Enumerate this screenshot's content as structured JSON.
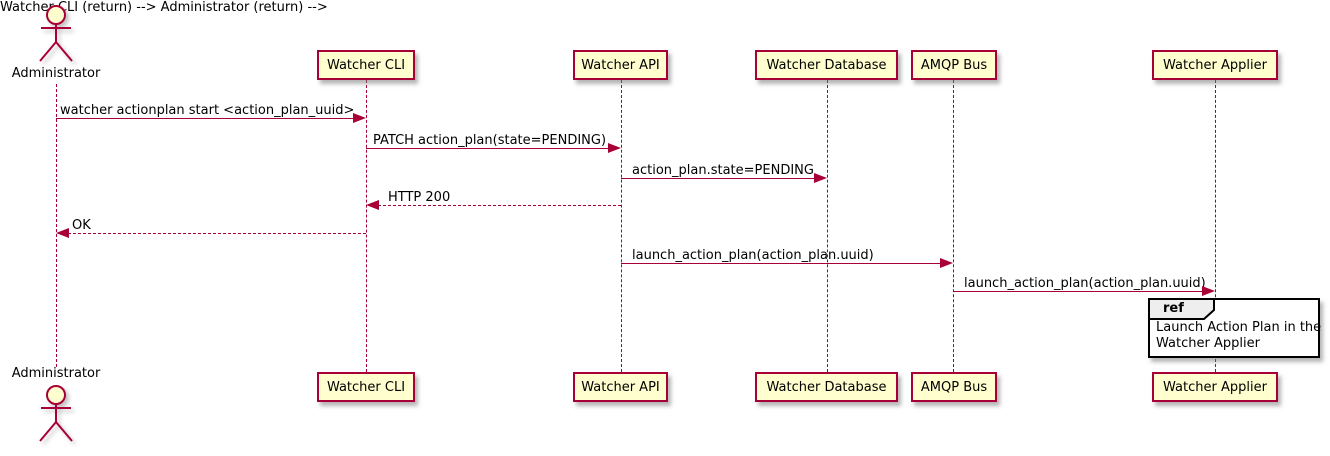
{
  "diagram": {
    "kind": "sequence-diagram",
    "colors": {
      "background": "#FFFFFF",
      "participant_fill": "#FEFECE",
      "participant_border": "#A80036",
      "lifeline": "#A80036",
      "arrow": "#A80036",
      "text": "#000000",
      "ref_border": "#000000",
      "ref_header_fill": "#EEEEEE"
    },
    "actor": {
      "name": "Administrator"
    },
    "participants": [
      {
        "label": "Watcher CLI"
      },
      {
        "label": "Watcher API"
      },
      {
        "label": "Watcher Database"
      },
      {
        "label": "AMQP Bus"
      },
      {
        "label": "Watcher Applier"
      }
    ],
    "messages": [
      {
        "from": "Administrator",
        "to": "Watcher CLI",
        "style": "solid",
        "label": "watcher actionplan start <action_plan_uuid>"
      },
      {
        "from": "Watcher CLI",
        "to": "Watcher API",
        "style": "solid",
        "label": "PATCH action_plan(state=PENDING)"
      },
      {
        "from": "Watcher API",
        "to": "Watcher Database",
        "style": "solid",
        "label": "action_plan.state=PENDING"
      },
      {
        "from": "Watcher API",
        "to": "Watcher CLI",
        "style": "dashed",
        "label": "HTTP 200"
      },
      {
        "from": "Watcher CLI",
        "to": "Administrator",
        "style": "dashed",
        "label": "OK"
      },
      {
        "from": "Watcher API",
        "to": "AMQP Bus",
        "style": "solid",
        "label": "launch_action_plan(action_plan.uuid)"
      },
      {
        "from": "AMQP Bus",
        "to": "Watcher Applier",
        "style": "solid",
        "label": "launch_action_plan(action_plan.uuid)"
      }
    ],
    "ref": {
      "keyword": "ref",
      "over": "Watcher Applier",
      "lines": [
        "Launch Action Plan in the",
        "Watcher Applier"
      ]
    }
  }
}
